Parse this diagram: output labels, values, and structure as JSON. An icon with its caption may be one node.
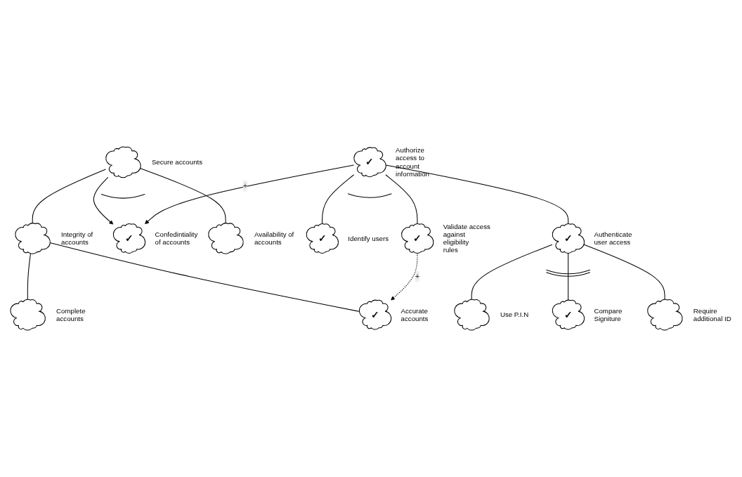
{
  "diagram": {
    "nodes": [
      {
        "text": [],
        "shape": "cloud",
        "beside": [
          "Secure accounts"
        ]
      },
      {
        "text": [],
        "shape": "cloud",
        "beside": [
          "Integrity of accounts"
        ]
      },
      {
        "text": [
          "✓"
        ],
        "beside": [
          "Confedintiality of accounts"
        ]
      },
      {
        "text": [],
        "shape": "cloud",
        "beside": [
          "Availability of accounts"
        ]
      },
      {
        "text": [],
        "shape": "cloud",
        "beside": [
          "Complete accounts"
        ]
      },
      {
        "text": [
          "✓"
        ],
        "beside": [
          "Accurate accounts"
        ]
      },
      {
        "text": [
          "✓"
        ],
        "beside": [
          "Authorize access to account information"
        ]
      },
      {
        "text": [
          "✓"
        ],
        "beside": [
          "Identify users"
        ]
      },
      {
        "text": [
          "✓"
        ],
        "beside": [
          "Authenticate user access"
        ]
      },
      {
        "text": [
          "✓"
        ],
        "beside": [
          "Validate access against eligibility rules"
        ]
      },
      {
        "text": [],
        "shape": "cloud",
        "beside": [
          "Use P.I.N"
        ]
      },
      {
        "text": [
          "✓"
        ],
        "beside": [
          "Compare Signiture"
        ]
      },
      {
        "text": [],
        "shape": "cloud",
        "beside": [
          "Require additional ID"
        ]
      }
    ],
    "edges": [
      {
        "from": 0,
        "to": 1,
        "arrow": "none"
      },
      {
        "from": 0,
        "to": 2,
        "arrow": "to"
      },
      {
        "from": 0,
        "to": 3,
        "arrow": "none"
      },
      {
        "from": 1,
        "to": 4,
        "arrow": "none"
      },
      {
        "from": 1,
        "to": 5,
        "arrow": "none"
      },
      {
        "from": 6,
        "to": 2,
        "arrow": "to",
        "label": "+"
      },
      {
        "from": 6,
        "to": 7,
        "arrow": "none"
      },
      {
        "from": 6,
        "to": 8,
        "arrow": "none"
      },
      {
        "from": 6,
        "to": 9,
        "arrow": "none"
      },
      {
        "from": 9,
        "to": 5,
        "arrow": "to",
        "label": "+",
        "style": "dashed"
      },
      {
        "from": 8,
        "to": 10,
        "arrow": "none"
      },
      {
        "from": 8,
        "to": 11,
        "arrow": "none"
      },
      {
        "from": 8,
        "to": 12,
        "arrow": "none"
      }
    ]
  }
}
